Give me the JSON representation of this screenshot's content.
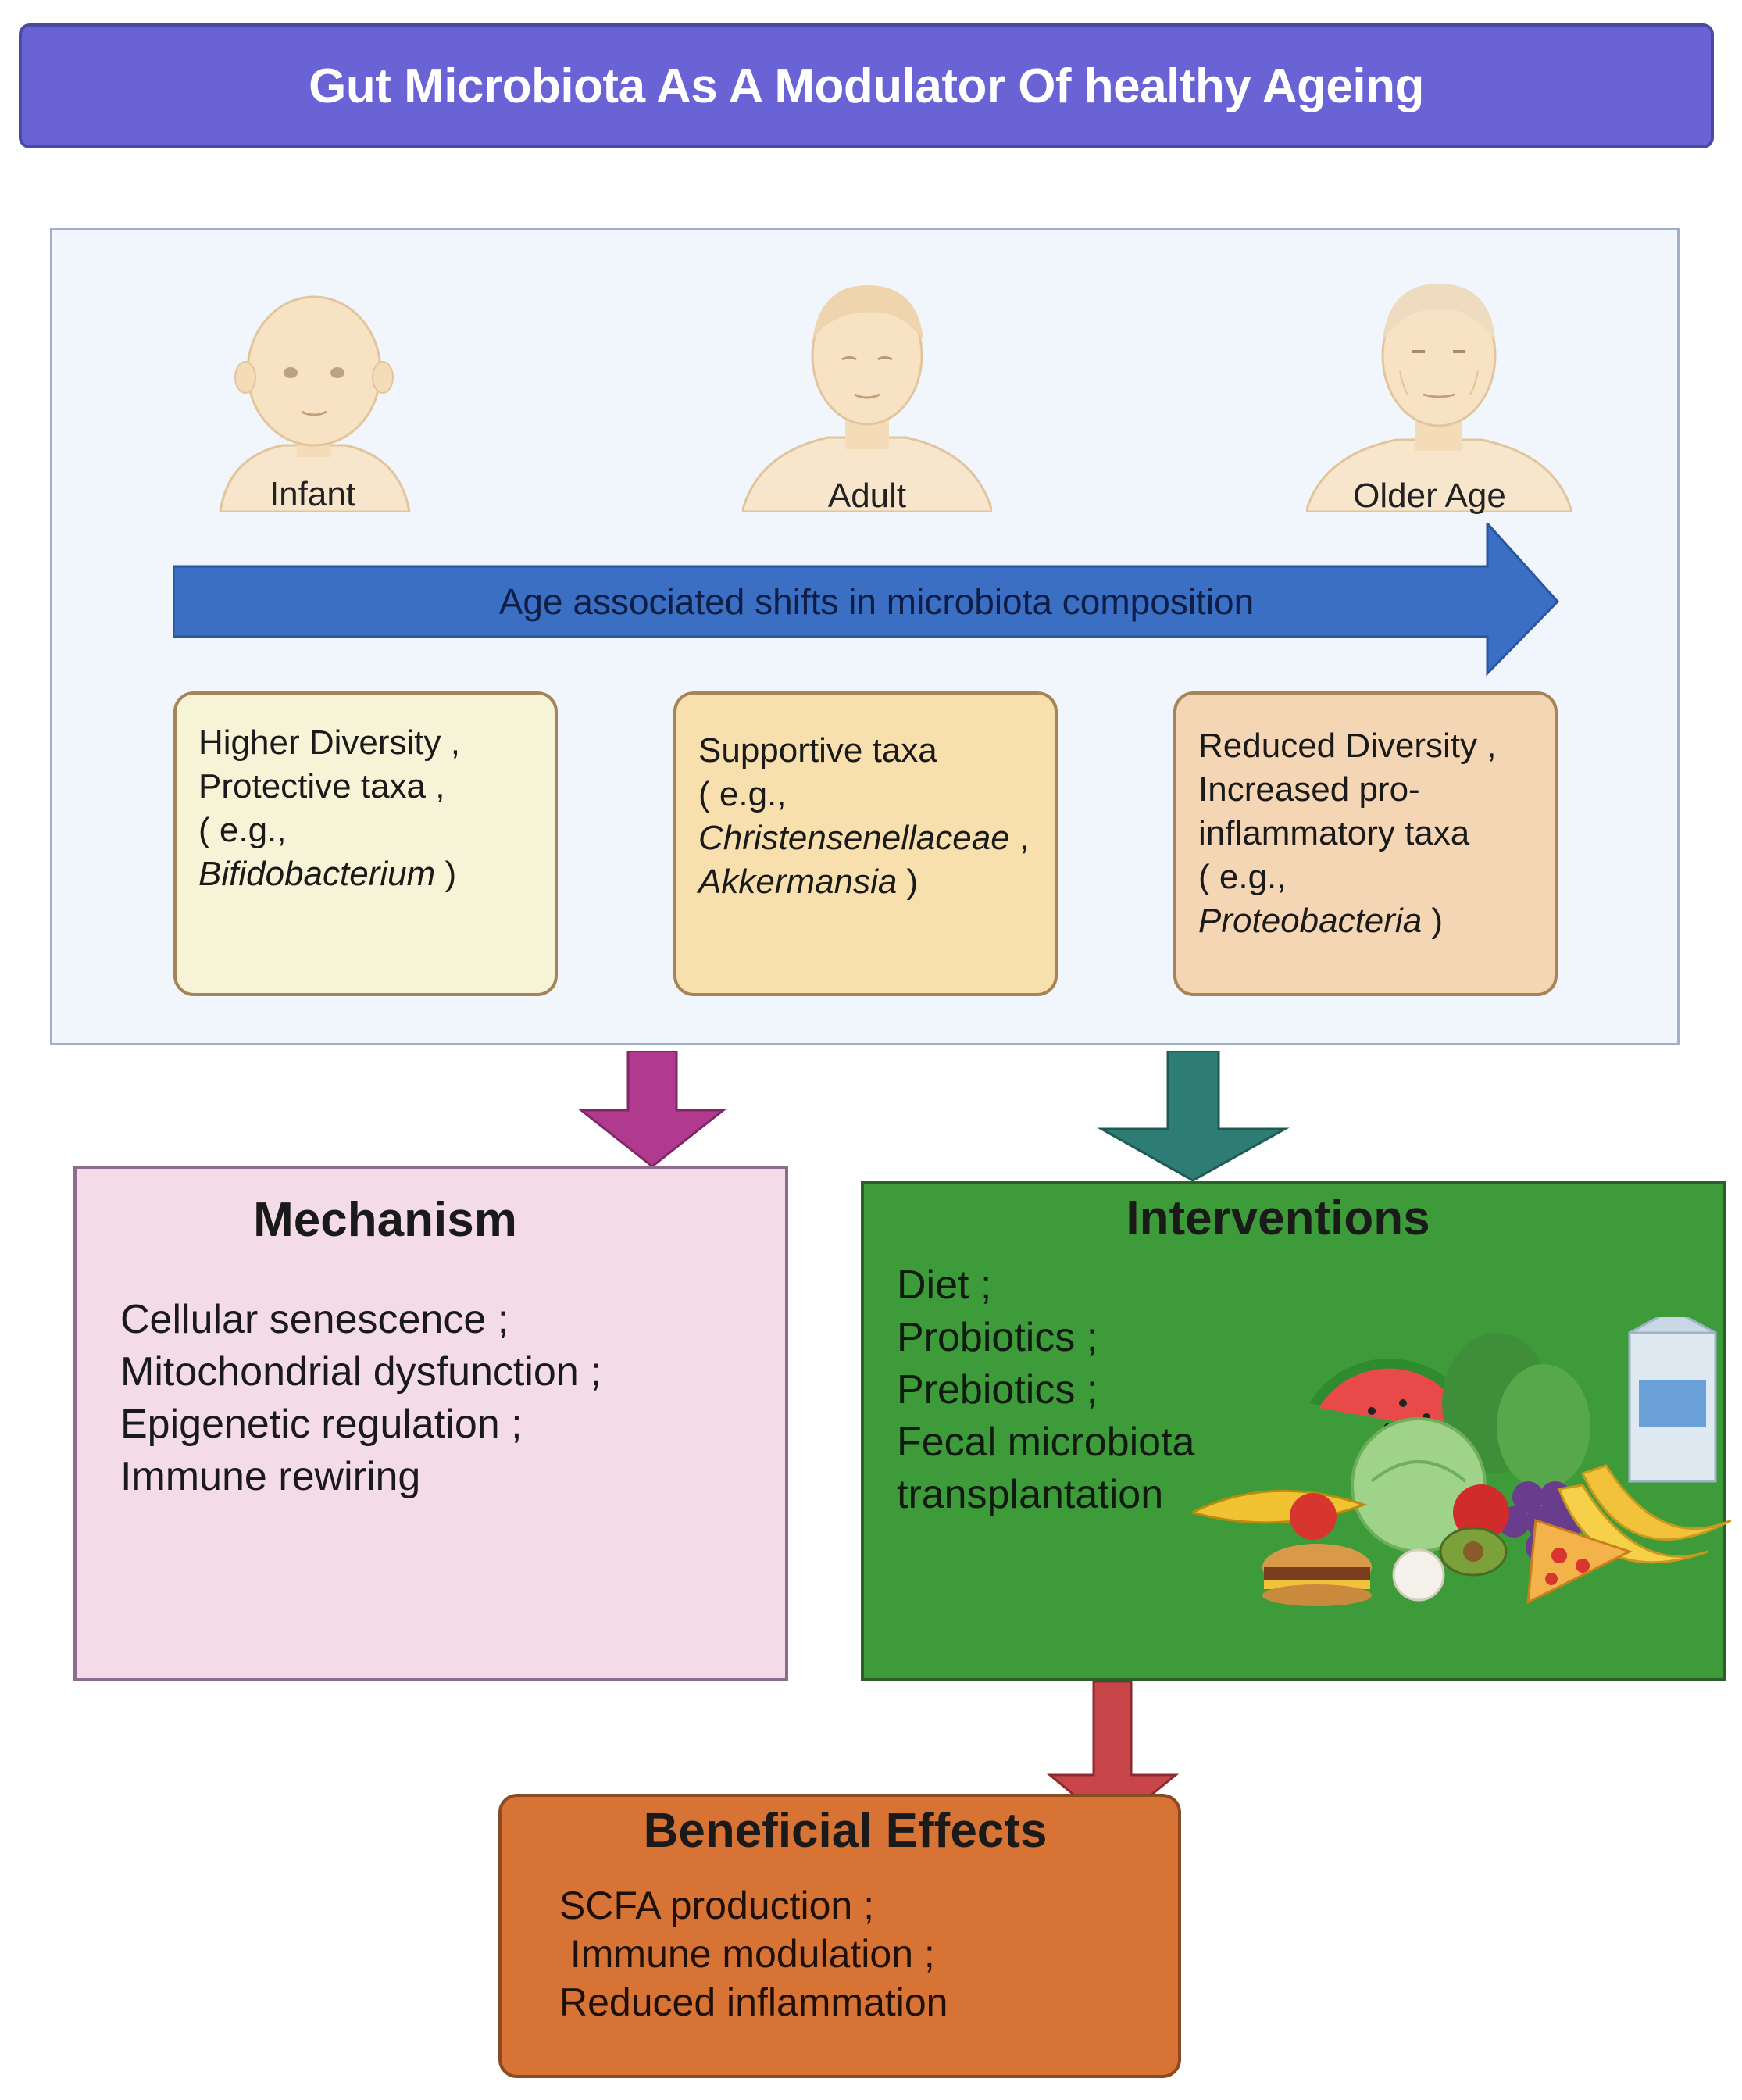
{
  "title": "Gut Microbiota As A Modulator Of healthy Ageing",
  "stages": {
    "infant": {
      "label": "Infant"
    },
    "adult": {
      "label": "Adult"
    },
    "older": {
      "label": "Older Age"
    }
  },
  "age_arrow": {
    "label": "Age associated shifts in microbiota composition",
    "color": "#3a6fc4"
  },
  "taxa": {
    "infant": {
      "line1": "Higher Diversity ,",
      "line2": "Protective taxa ,",
      "line3": "( e.g.,",
      "taxon": "Bifidobacterium",
      "close": " )"
    },
    "adult": {
      "line1": "Supportive taxa",
      "line2": "( e.g.,",
      "taxon1": "Christensenellaceae",
      "sep": " ,",
      "taxon2": "Akkermansia",
      "close": " )"
    },
    "older": {
      "line1": "Reduced Diversity ,",
      "line2": "Increased pro-",
      "line3": "inflammatory taxa",
      "line4": "( e.g.,",
      "taxon": "Proteobacteria",
      "close": " )"
    }
  },
  "mechanism": {
    "title": "Mechanism",
    "items": [
      "Cellular senescence ;",
      "Mitochondrial dysfunction ;",
      "Epigenetic regulation ;",
      "Immune rewiring"
    ],
    "arrow_color": "#b03a8e"
  },
  "interventions": {
    "title": "Interventions",
    "items": [
      "Diet ;",
      "Probiotics ;",
      "Prebiotics ;",
      "Fecal microbiota",
      "transplantation"
    ],
    "arrow_color": "#2e7d74"
  },
  "effects": {
    "title": "Beneficial Effects",
    "items": [
      "SCFA production ;",
      " Immune modulation ;",
      "Reduced inflammation"
    ],
    "arrow_color": "#c8454a"
  }
}
